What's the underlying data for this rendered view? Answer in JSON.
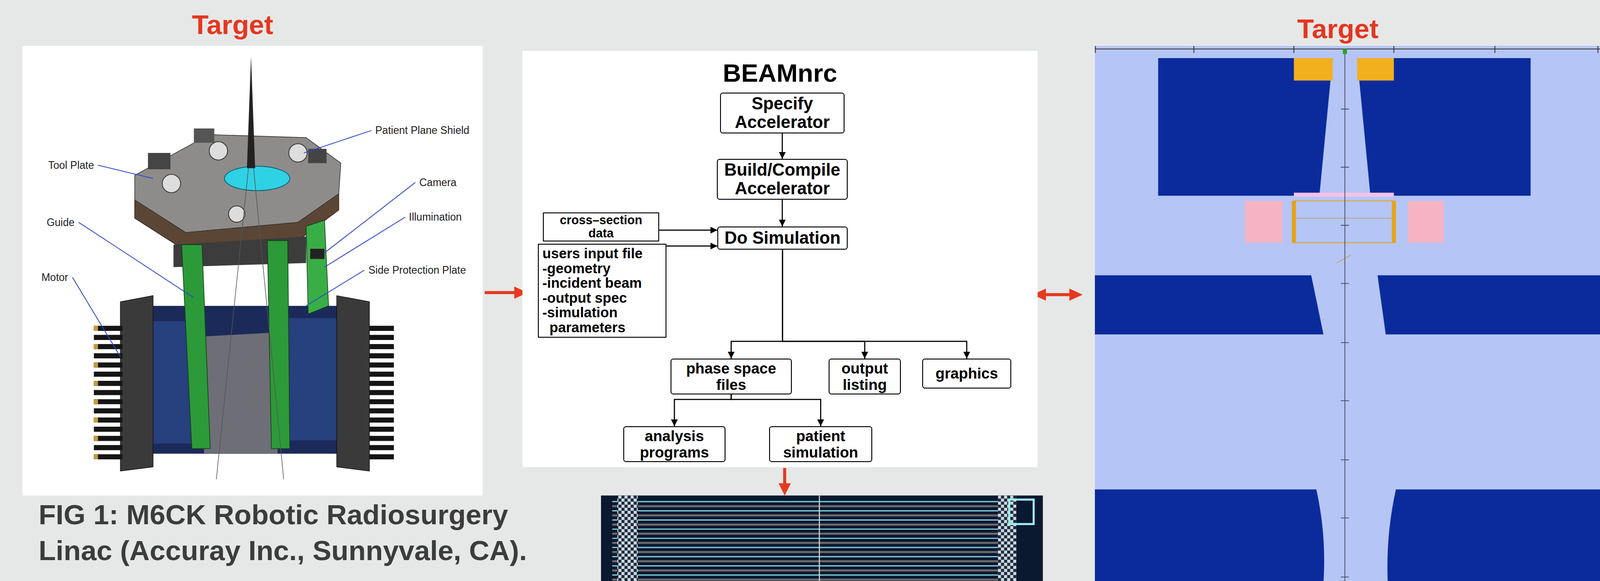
{
  "diagram": {
    "caption": "FIG 1: M6CK Robotic Radiosurgery Linac (Accuray Inc., Sunnyvale, CA).",
    "nodes": [
      {
        "text": [
          "BEAMnrc"
        ]
      },
      {
        "text": [
          "Specify Accelerator"
        ],
        "in": 0
      },
      {
        "text": [
          "Build/Compile Accelerator"
        ],
        "in": 0
      },
      {
        "text": [
          "cross–section data"
        ],
        "in": 0
      },
      {
        "text": [
          "users input file",
          "-geometry",
          "-incident beam",
          "-output spec",
          "-simulation parameters"
        ],
        "in": 0
      },
      {
        "text": [
          "Do Simulation"
        ],
        "in": 0
      },
      {
        "text": [
          "phase space files"
        ],
        "in": 0
      },
      {
        "text": [
          "output listing"
        ],
        "in": 0
      },
      {
        "text": [
          "graphics"
        ],
        "in": 0
      },
      {
        "text": [
          "analysis programs"
        ],
        "in": 0
      },
      {
        "text": [
          "patient simulation"
        ],
        "in": 0
      }
    ],
    "edges": [
      {
        "from": 1,
        "to": 2,
        "arrow": "to"
      },
      {
        "from": 2,
        "to": 5,
        "arrow": "to"
      },
      {
        "from": 3,
        "to": 5,
        "arrow": "to"
      },
      {
        "from": 4,
        "to": 5,
        "arrow": "to"
      },
      {
        "from": 5,
        "to": 6,
        "arrow": "to"
      },
      {
        "from": 5,
        "to": 7,
        "arrow": "to"
      },
      {
        "from": 5,
        "to": 8,
        "arrow": "to"
      },
      {
        "from": 6,
        "to": 9,
        "arrow": "to"
      },
      {
        "from": 6,
        "to": 10,
        "arrow": "to"
      }
    ],
    "labels": [
      "Target",
      "Target",
      "Tool Plate",
      "Patient Plane Shield",
      "Camera",
      "Guide",
      "Illumination",
      "Side Protection Plate",
      "Motor"
    ]
  }
}
